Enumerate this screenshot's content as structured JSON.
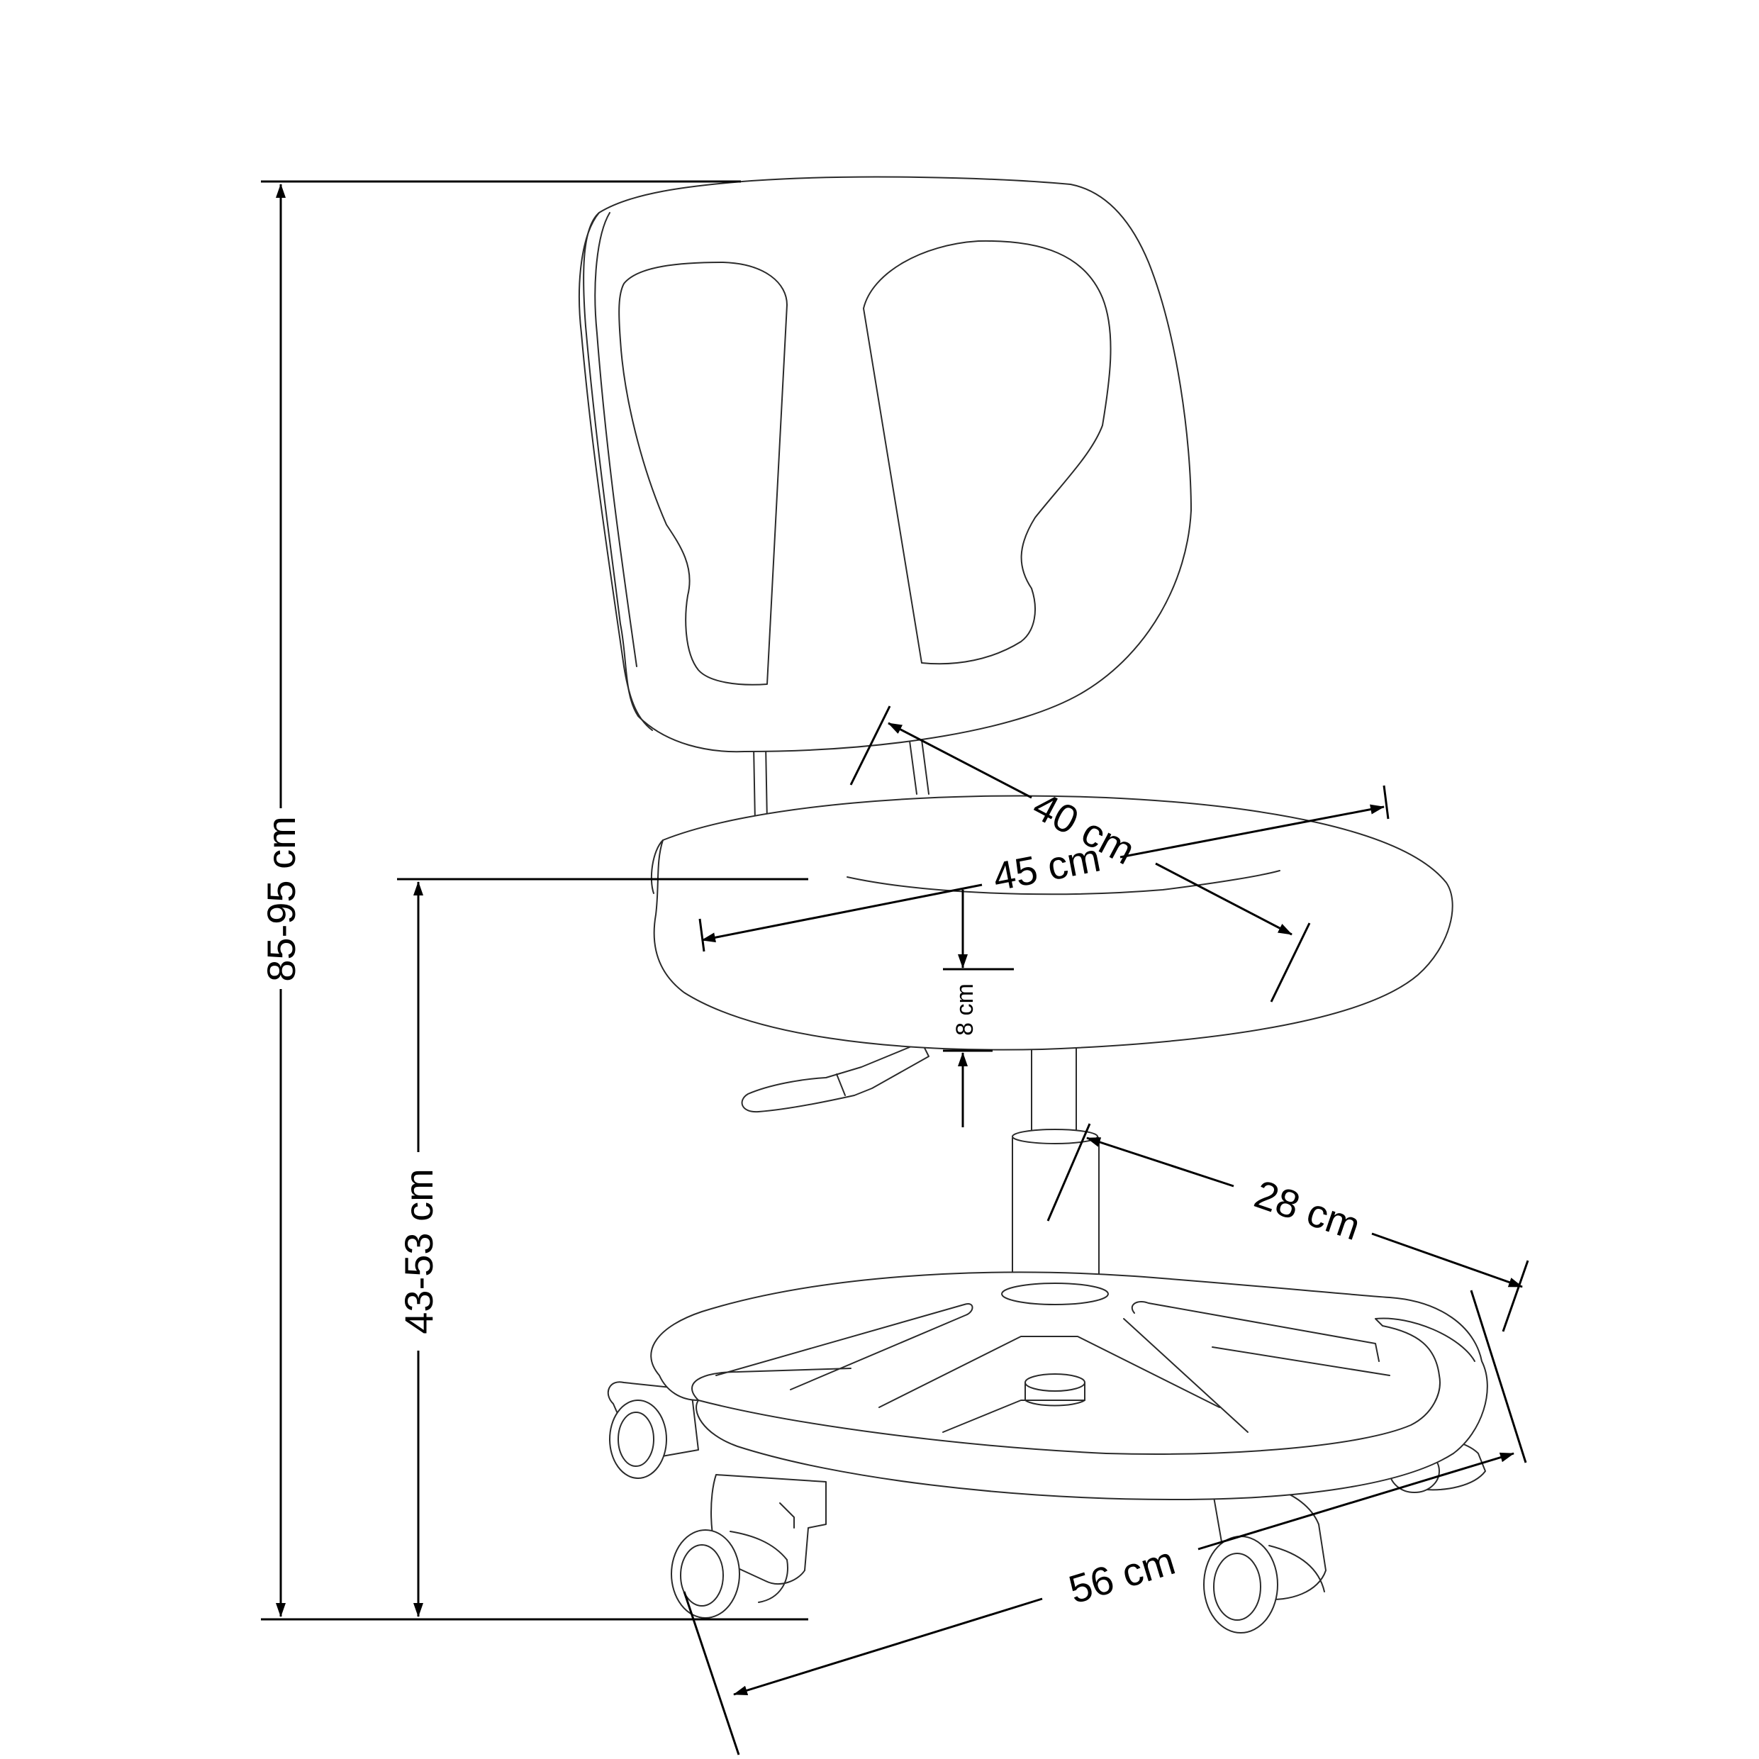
{
  "dimensions": {
    "total_height": "85-95 cm",
    "seat_height": "43-53 cm",
    "seat_depth": "40 cm",
    "seat_width": "45 cm",
    "seat_thickness": "8 cm",
    "footrest_depth": "28 cm",
    "base_diameter": "56 cm"
  },
  "colors": {
    "line": "#2a2a2a",
    "dimension": "#000000",
    "background": "#ffffff"
  }
}
